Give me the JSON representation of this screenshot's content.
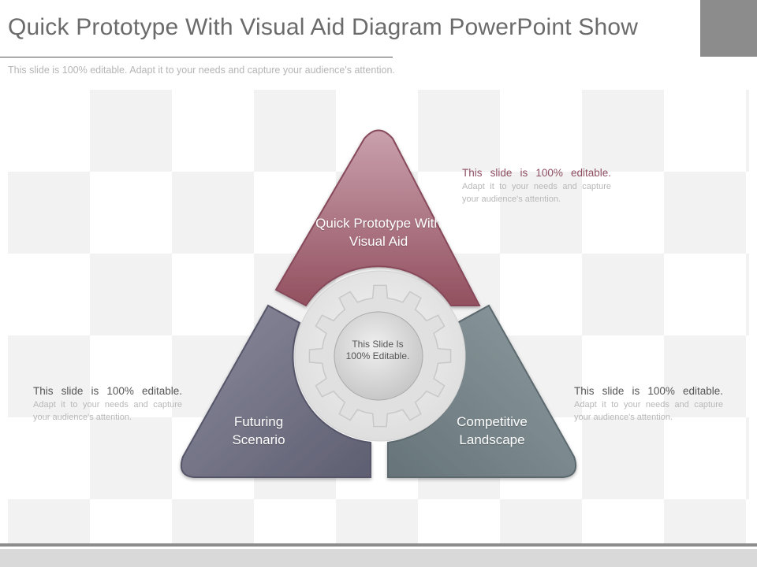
{
  "header": {
    "title": "Quick Prototype With Visual Aid Diagram PowerPoint Show",
    "subtitle": "This slide is 100% editable. Adapt it to your needs and capture your audience's attention."
  },
  "colors": {
    "top_segment": "#9b5a6d",
    "left_segment": "#6f6f84",
    "right_segment": "#6f7f85",
    "gear": "#e0e0e0"
  },
  "diagram": {
    "center": "This Slide Is 100% Editable.",
    "segments": [
      {
        "label": "Quick Prototype With Visual Aid"
      },
      {
        "label": "Futuring Scenario"
      },
      {
        "label": "Competitive Landscape"
      }
    ],
    "notes": [
      {
        "heading": "This slide is 100% editable.",
        "body": "Adapt it to your needs and capture your audience's attention."
      },
      {
        "heading": "This slide is 100% editable.",
        "body": "Adapt it to your needs and capture your audience's attention."
      },
      {
        "heading": "This slide is 100% editable.",
        "body": "Adapt it to your needs and capture your audience's attention."
      }
    ]
  }
}
